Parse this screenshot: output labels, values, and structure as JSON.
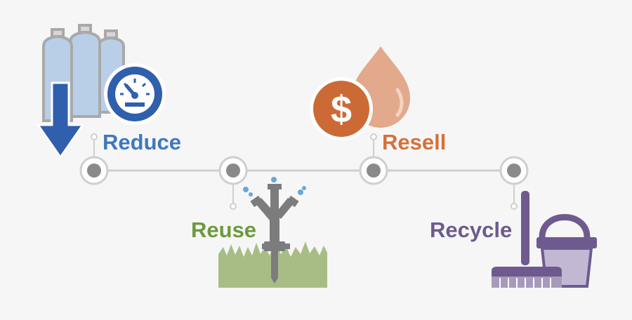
{
  "stages": [
    {
      "id": "reduce",
      "label": "Reduce",
      "color": "#3f79bd",
      "icon": "tanks-gauge-down-arrow-icon"
    },
    {
      "id": "reuse",
      "label": "Reuse",
      "color": "#6c9a3f",
      "icon": "sprinkler-grass-icon"
    },
    {
      "id": "resell",
      "label": "Resell",
      "color": "#d4713b",
      "icon": "dollar-droplet-icon"
    },
    {
      "id": "recycle",
      "label": "Recycle",
      "color": "#6e5a8e",
      "icon": "broom-bucket-icon"
    }
  ],
  "resell_symbol": "$"
}
